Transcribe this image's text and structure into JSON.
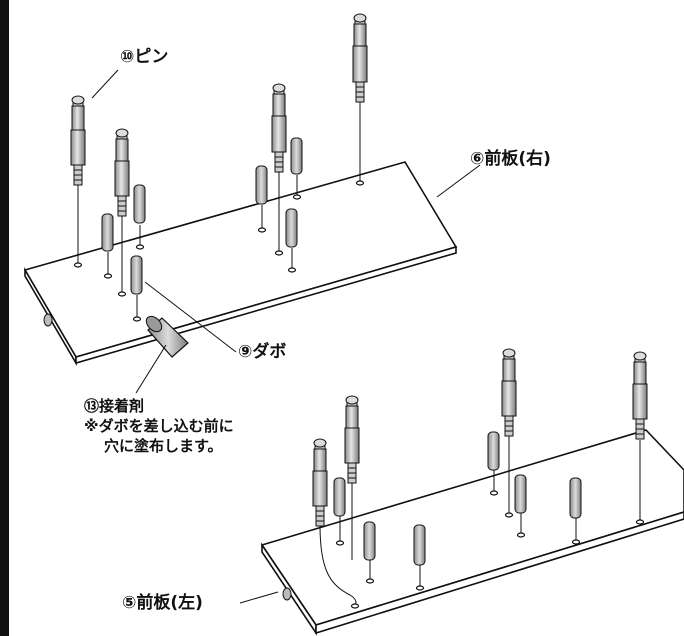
{
  "labels": {
    "pin": "⑩ピン",
    "front_right": "⑥前板(右)",
    "dowel": "⑨ダボ",
    "glue": "⑬接着剤",
    "glue_note_1": "※ダボを差し込む前に",
    "glue_note_2": "穴に塗布します。",
    "front_left": "⑤前板(左)"
  }
}
